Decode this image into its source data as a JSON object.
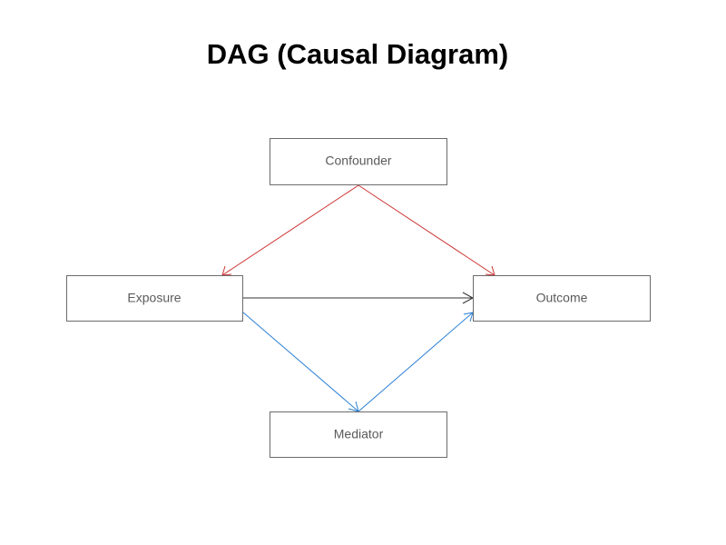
{
  "title": "DAG (Causal Diagram)",
  "nodes": {
    "confounder": "Confounder",
    "exposure": "Exposure",
    "outcome": "Outcome",
    "mediator": "Mediator"
  },
  "edges": [
    {
      "from": "confounder",
      "to": "exposure",
      "color": "#cc3333"
    },
    {
      "from": "confounder",
      "to": "outcome",
      "color": "#cc3333"
    },
    {
      "from": "exposure",
      "to": "outcome",
      "color": "#333333"
    },
    {
      "from": "exposure",
      "to": "mediator",
      "color": "#2a7fd4"
    },
    {
      "from": "mediator",
      "to": "outcome",
      "color": "#2a7fd4"
    }
  ]
}
